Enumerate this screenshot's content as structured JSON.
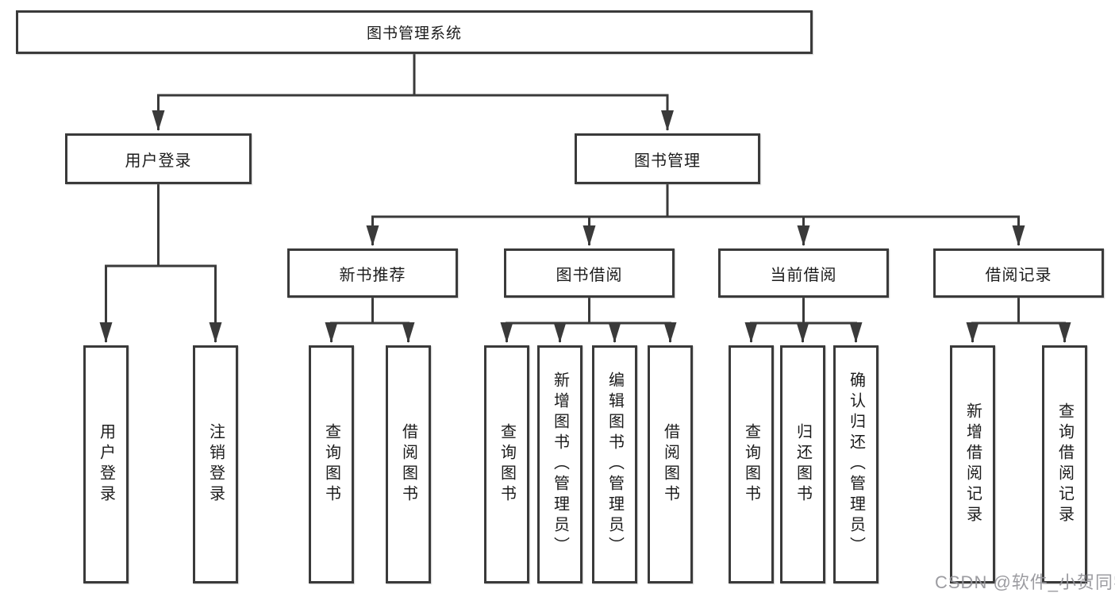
{
  "diagram": {
    "root": "图书管理系统",
    "level2": [
      "用户登录",
      "图书管理"
    ],
    "level3": [
      "新书推荐",
      "图书借阅",
      "当前借阅",
      "借阅记录"
    ],
    "leaves": {
      "user_login": [
        "用户登录",
        "注销登录"
      ],
      "new_book_recommend": [
        "查询图书",
        "借阅图书"
      ],
      "book_borrow": [
        "查询图书",
        "新增图书（管理员）",
        "编辑图书（管理员）",
        "借阅图书"
      ],
      "current_borrow": [
        "查询图书",
        "归还图书",
        "确认归还（管理员）"
      ],
      "borrow_records": [
        "新增借阅记录",
        "查询借阅记录"
      ]
    },
    "watermark": "CSDN @软件_小贺同学",
    "colors": {
      "line": "#3a3a3a",
      "box_border": "#3a3a3a",
      "text": "#1c1c1c",
      "watermark": "#949499",
      "background": "#ffffff"
    }
  }
}
